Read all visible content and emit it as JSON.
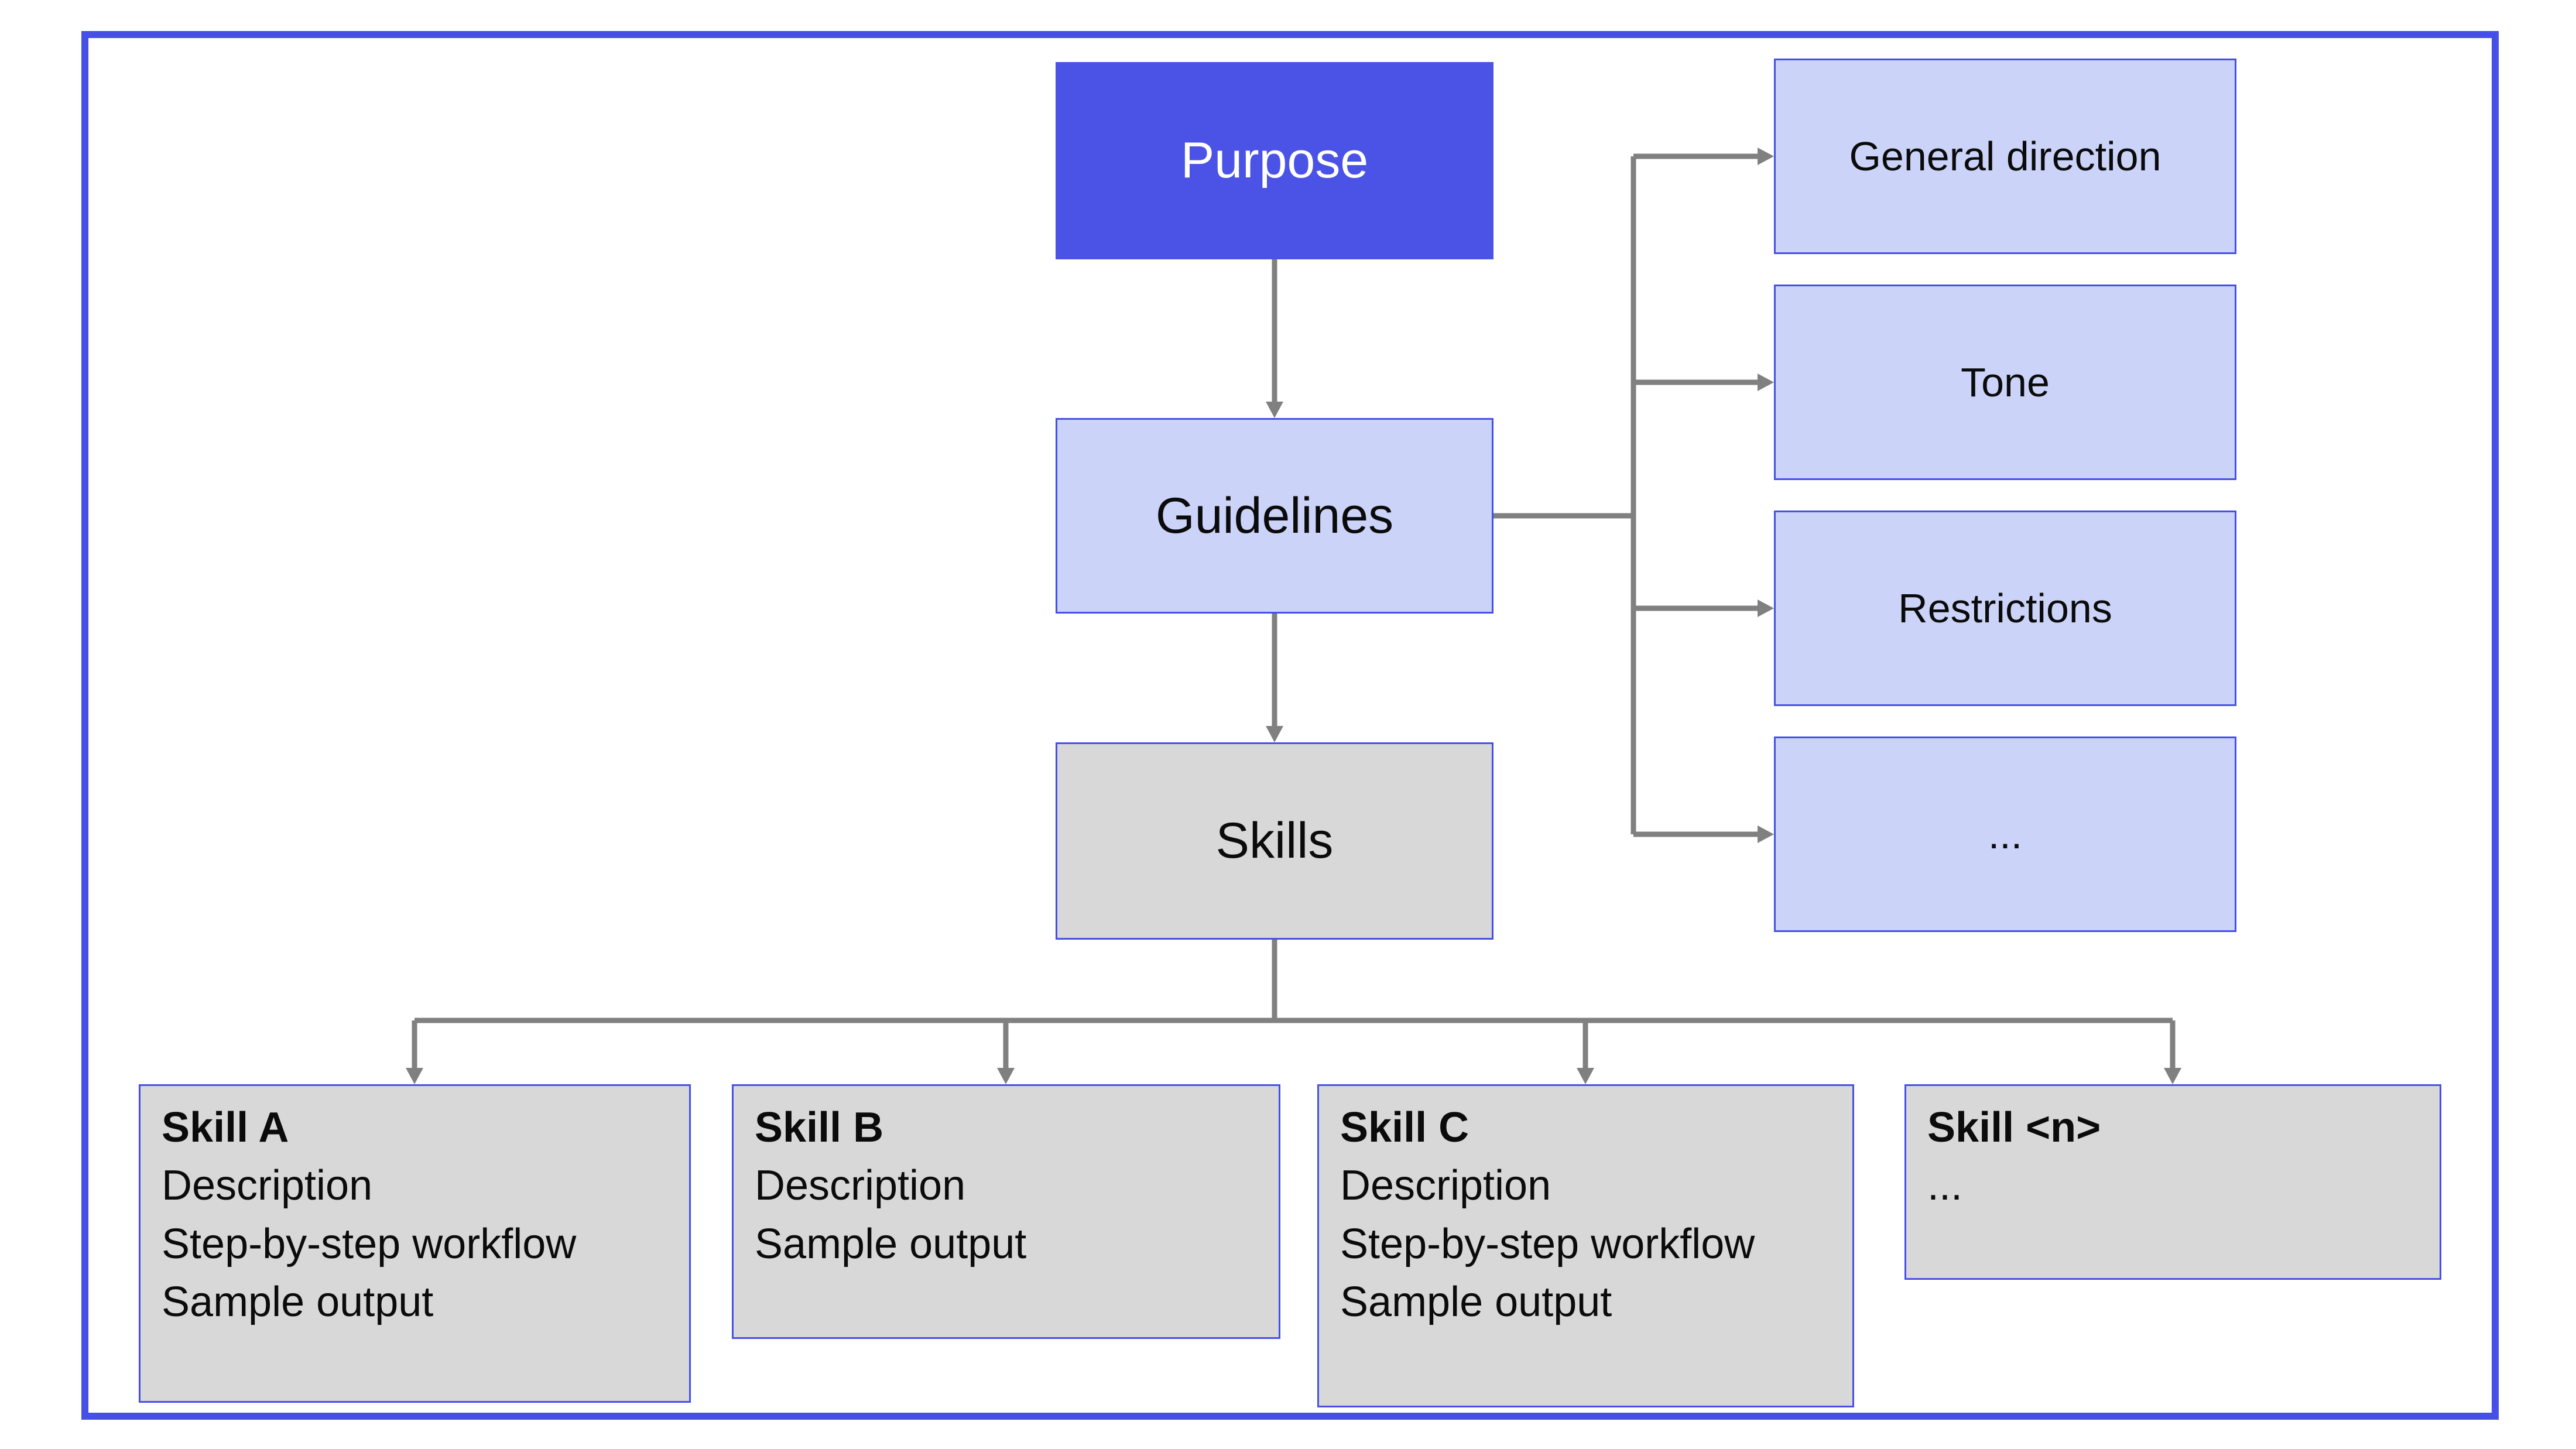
{
  "diagram": {
    "nodes": {
      "purpose": {
        "label": "Purpose"
      },
      "guidelines": {
        "label": "Guidelines"
      },
      "skills": {
        "label": "Skills"
      },
      "general_direction": {
        "label": "General direction"
      },
      "tone": {
        "label": "Tone"
      },
      "restrictions": {
        "label": "Restrictions"
      },
      "guidelines_ellipsis": {
        "label": "..."
      },
      "skill_a": {
        "title": "Skill A",
        "lines": [
          "Description",
          "Step-by-step workflow",
          "Sample output"
        ]
      },
      "skill_b": {
        "title": "Skill B",
        "lines": [
          "Description",
          "Sample output"
        ]
      },
      "skill_c": {
        "title": "Skill C",
        "lines": [
          "Description",
          "Step-by-step workflow",
          "Sample output"
        ]
      },
      "skill_n": {
        "title": "Skill <n>",
        "lines": [
          "..."
        ]
      }
    },
    "colors": {
      "accent": "#4650E8",
      "primary_fill": "#4A53E6",
      "light_fill": "#CBD3F8",
      "gray_fill": "#D8D8D8",
      "connector": "#808080"
    }
  }
}
